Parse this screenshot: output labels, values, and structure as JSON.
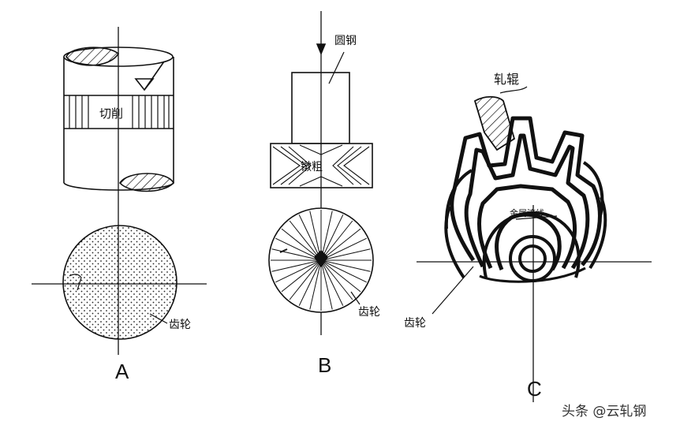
{
  "panels": [
    {
      "id": "A",
      "letter": "A",
      "labels": {
        "cut": "切削",
        "gear": "齿轮"
      }
    },
    {
      "id": "B",
      "letter": "B",
      "labels": {
        "bar": "圆钢",
        "upset": "镦粗",
        "gear": "齿轮"
      }
    },
    {
      "id": "C",
      "letter": "C",
      "labels": {
        "roll": "轧辊",
        "flow": "金属流线",
        "gear": "齿轮"
      }
    }
  ],
  "watermark": "头条 @云轧钢",
  "colors": {
    "ink": "#111111",
    "background": "#ffffff"
  }
}
